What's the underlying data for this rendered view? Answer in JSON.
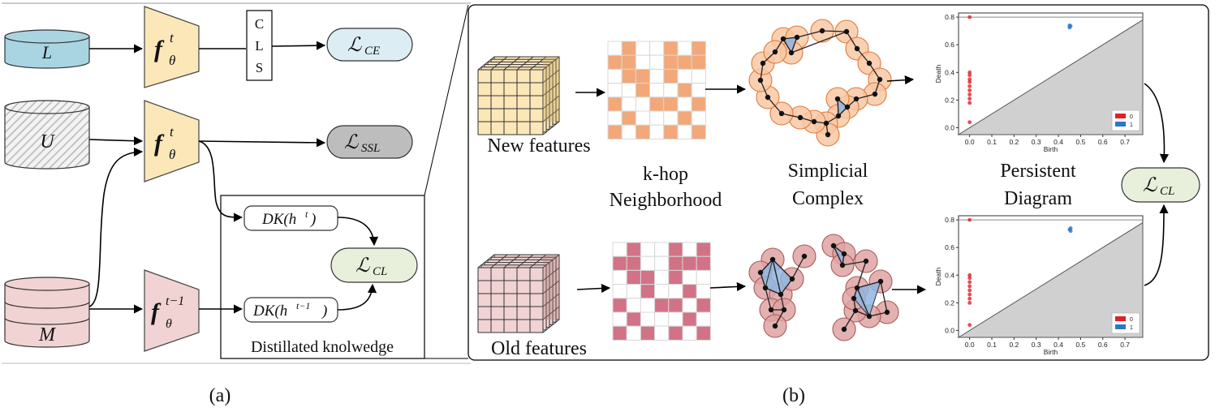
{
  "part_a": {
    "dataset_labeled": "L",
    "dataset_unlabeled": "U",
    "memory": "M",
    "encoder_current": {
      "symbol": "f",
      "sub": "θ",
      "sup": "t"
    },
    "encoder_previous": {
      "symbol": "f",
      "sub": "θ",
      "sup": "t−1"
    },
    "cls_letters": [
      "C",
      "L",
      "S"
    ],
    "loss_ce": {
      "symbol": "ℒ",
      "sub": "CE"
    },
    "loss_ssl": {
      "symbol": "ℒ",
      "sub": "SSL"
    },
    "loss_cl": {
      "symbol": "ℒ",
      "sub": "CL"
    },
    "dk_current": {
      "text": "DK(h",
      "sup": "t",
      "close": ")"
    },
    "dk_previous": {
      "text": "DK(h",
      "sup": "t−1",
      "close": ")"
    },
    "distill_box_label": "Distillated knolwedge",
    "caption": "(a)"
  },
  "part_b": {
    "new_features": "New features",
    "old_features": "Old features",
    "khop_line1": "k-hop",
    "khop_line2": "Neighborhood",
    "simplicial_line1": "Simplicial",
    "simplicial_line2": "Complex",
    "persistent_line1": "Persistent",
    "persistent_line2": "Diagram",
    "loss_cl": {
      "symbol": "ℒ",
      "sub": "CL"
    },
    "caption": "(b)",
    "grid_colors": {
      "new": "#f2a878",
      "old": "#d27286"
    },
    "plot": {
      "xlabel": "Birth",
      "ylabel": "Death",
      "xticks": [
        "0.0",
        "0.1",
        "0.2",
        "0.3",
        "0.4",
        "0.5",
        "0.6",
        "0.7"
      ],
      "yticks": [
        "0.0",
        "0.2",
        "0.4",
        "0.6",
        "0.8"
      ],
      "legend": [
        "0",
        "1"
      ],
      "colors": {
        "h0": "#e0202a",
        "h1": "#2a78c8"
      }
    }
  },
  "chart_data": [
    {
      "type": "scatter",
      "xlabel": "Birth",
      "ylabel": "Death",
      "xlim": [
        -0.05,
        0.78
      ],
      "ylim": [
        -0.05,
        0.83
      ],
      "legend_placement": "bottom-right",
      "series": [
        {
          "name": "0",
          "points": [
            [
              0,
              0.8
            ],
            [
              0,
              0.4
            ],
            [
              0,
              0.38
            ],
            [
              0,
              0.35
            ],
            [
              0,
              0.33
            ],
            [
              0,
              0.3
            ],
            [
              0,
              0.27
            ],
            [
              0,
              0.24
            ],
            [
              0,
              0.21
            ],
            [
              0,
              0.18
            ],
            [
              0,
              0.04
            ]
          ]
        },
        {
          "name": "1",
          "points": [
            [
              0.45,
              0.74
            ],
            [
              0.455,
              0.735
            ],
            [
              0.45,
              0.725
            ]
          ]
        }
      ]
    },
    {
      "type": "scatter",
      "xlabel": "Birth",
      "ylabel": "Death",
      "xlim": [
        -0.05,
        0.78
      ],
      "ylim": [
        -0.05,
        0.83
      ],
      "legend_placement": "bottom-right",
      "series": [
        {
          "name": "0",
          "points": [
            [
              0,
              0.8
            ],
            [
              0,
              0.4
            ],
            [
              0,
              0.38
            ],
            [
              0,
              0.35
            ],
            [
              0,
              0.32
            ],
            [
              0,
              0.29
            ],
            [
              0,
              0.26
            ],
            [
              0,
              0.23
            ],
            [
              0,
              0.2
            ],
            [
              0,
              0.04
            ]
          ]
        },
        {
          "name": "1",
          "points": [
            [
              0.455,
              0.74
            ],
            [
              0.45,
              0.73
            ],
            [
              0.455,
              0.72
            ]
          ]
        }
      ]
    }
  ]
}
